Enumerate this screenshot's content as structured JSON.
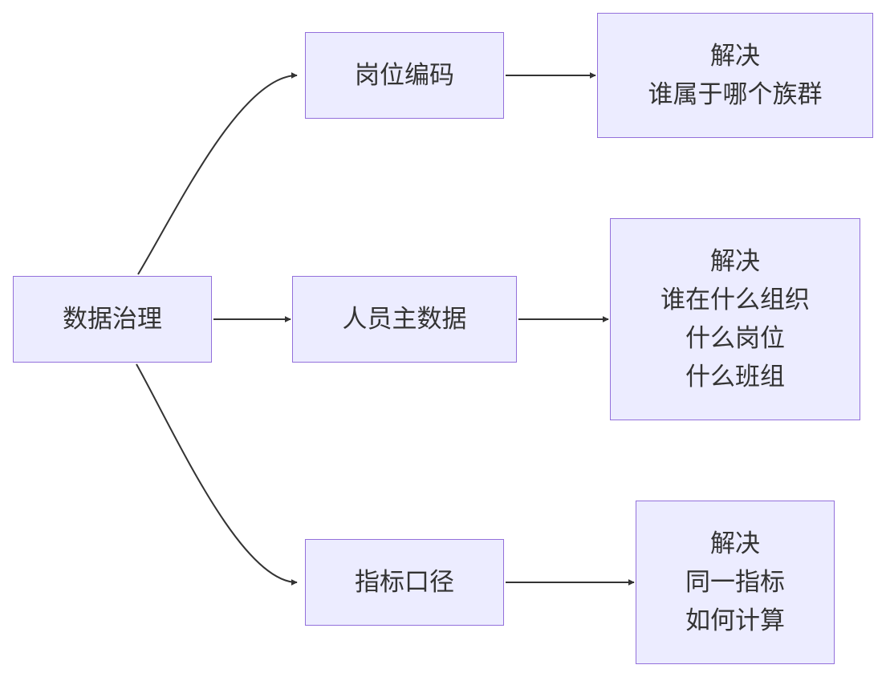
{
  "diagram": {
    "root": {
      "label": "数据治理"
    },
    "branches": [
      {
        "label": "岗位编码",
        "result": [
          "解决",
          "谁属于哪个族群"
        ]
      },
      {
        "label": "人员主数据",
        "result": [
          "解决",
          "谁在什么组织",
          "什么岗位",
          "什么班组"
        ]
      },
      {
        "label": "指标口径",
        "result": [
          "解决",
          "同一指标",
          "如何计算"
        ]
      }
    ]
  },
  "colors": {
    "node_fill": "#ECECFF",
    "node_border": "#9370DB",
    "text": "#333333",
    "edge": "#333333",
    "background": "#FFFFFF"
  }
}
